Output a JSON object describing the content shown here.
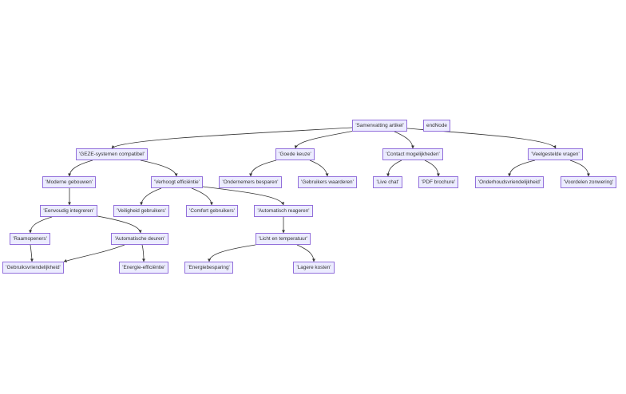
{
  "nodes": [
    "'Samenvatting artikel'",
    "endNode",
    "'GEZE-systemen compatibel'",
    "'Goede keuze'",
    "'Contact mogelijkheden'",
    "'Veelgestelde vragen'",
    "'Moderne gebouwen'",
    "'Verhoogt efficiëntie'",
    "'Ondernemers besparen'",
    "'Gebruikers waarderen'",
    "'Live chat'",
    "'PDF brochure'",
    "'Onderhoudsvriendelijkheid'",
    "'Voordelen zonwering'",
    "'Eenvoudig integreren'",
    "'Veiligheid gebruikers'",
    "'Comfort gebruikers'",
    "'Automatisch reageren'",
    "'Raamopeners'",
    "'Automatische deuren'",
    "'Licht en temperatuur'",
    "'Gebruiksvriendelijkheid'",
    "'Energie-efficiëntie'",
    "'Energiebesparing'",
    "'Lagere kosten'"
  ],
  "colors": {
    "node_fill": "#ECECFF",
    "node_border": "#9370DB",
    "edge": "#333333"
  }
}
